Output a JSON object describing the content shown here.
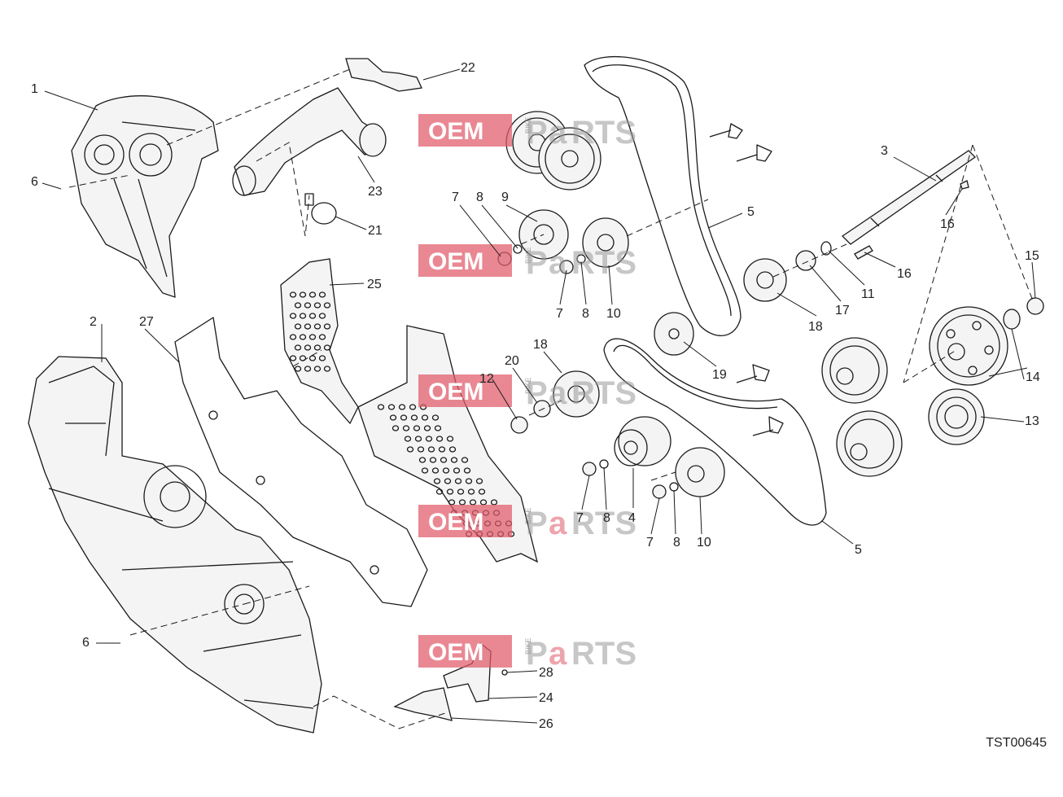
{
  "drawing_code": "TST00645",
  "watermark": {
    "oem": "OEM",
    "bike": "BIKE",
    "parts_p": "P",
    "parts_a": "a",
    "parts_rest": "RTS"
  },
  "callouts": [
    "1",
    "2",
    "3",
    "4",
    "5",
    "5",
    "6",
    "6",
    "7",
    "7",
    "7",
    "7",
    "8",
    "8",
    "8",
    "8",
    "9",
    "10",
    "10",
    "11",
    "12",
    "13",
    "13",
    "14",
    "15",
    "16",
    "16",
    "17",
    "18",
    "18",
    "19",
    "20",
    "21",
    "22",
    "23",
    "24",
    "25",
    "26",
    "27",
    "28"
  ]
}
